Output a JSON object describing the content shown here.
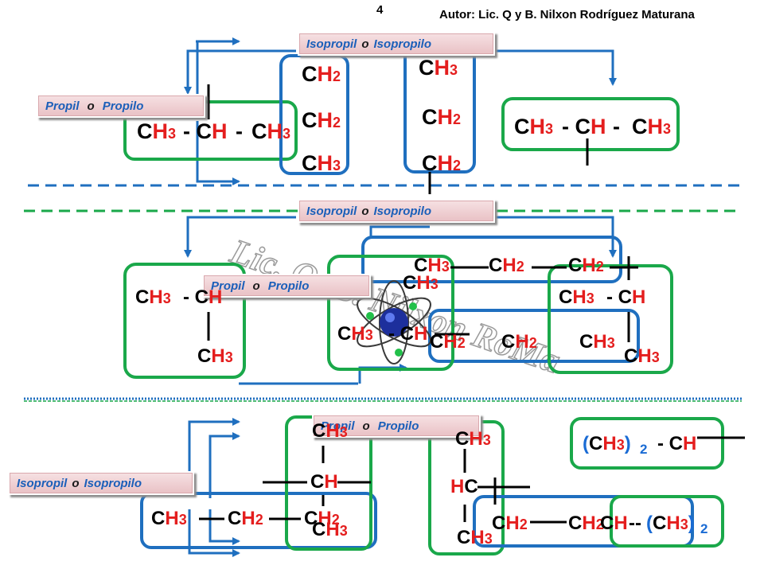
{
  "page": {
    "number": "4",
    "author": "Autor: Lic. Q y B.  Nilxon Rodríguez Maturana"
  },
  "labels": {
    "isopropil": {
      "a": "Isopropil",
      "o": "o",
      "b": "Isopropilo"
    },
    "propil": {
      "a": "Propil",
      "o": "o",
      "b": "Propilo"
    }
  },
  "watermark": "Lic. Q. B. Nilxon RoMa",
  "groups": {
    "ch3": "CH3",
    "ch2": "CH2",
    "ch": "CH",
    "hc": "HC",
    "dash_ch": "- CH",
    "ch3_paren": "(CH3)",
    "sub2": "2"
  },
  "colors": {
    "carbon": "#000000",
    "hydrogen": "#e41e1e",
    "paren": "#1a6bd4",
    "frame_blue": "#1f6fbf",
    "frame_green": "#1aa84a"
  }
}
